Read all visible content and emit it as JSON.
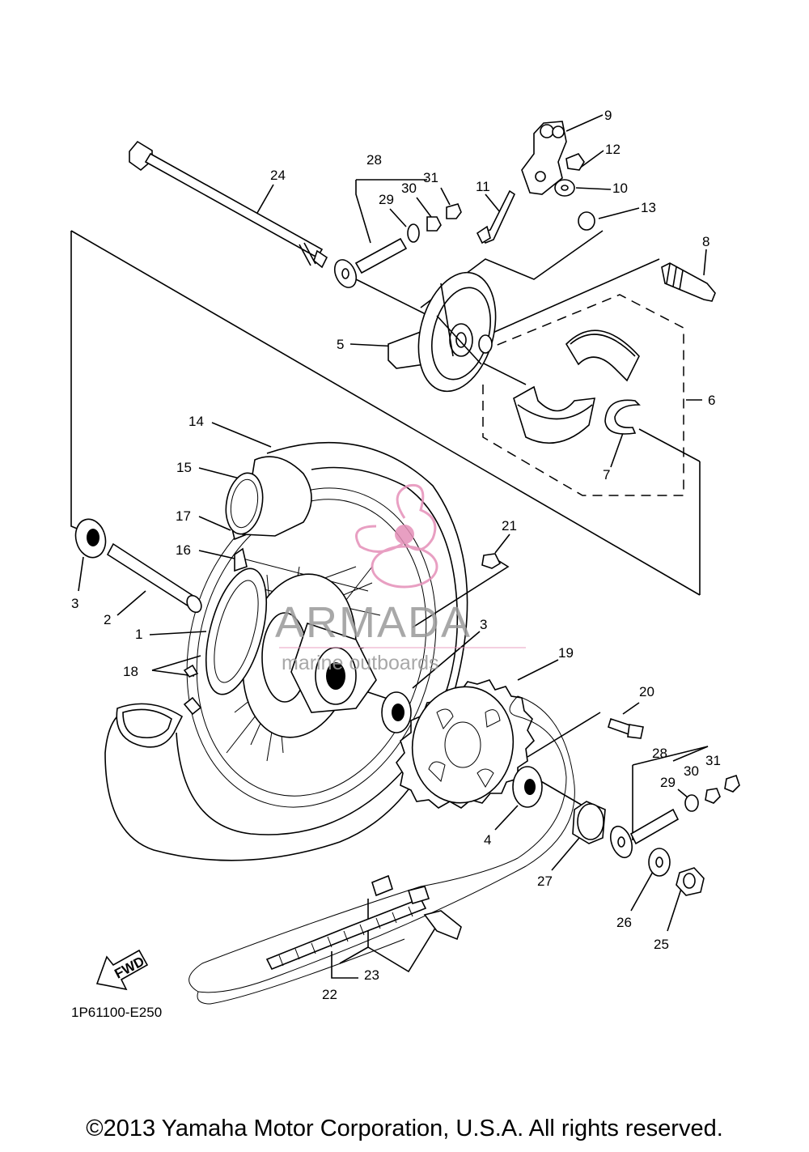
{
  "diagram": {
    "drawing_code": "1P61100-E250",
    "fwd_label": "FWD",
    "copyright": "©2013 Yamaha Motor Corporation, U.S.A. All rights reserved.",
    "watermark": {
      "line1": "ARMADA",
      "line2": "marine outboards",
      "logo_color": "#e58fb8"
    },
    "callouts": [
      {
        "id": "c9",
        "text": "9"
      },
      {
        "id": "c12",
        "text": "12"
      },
      {
        "id": "c10",
        "text": "10"
      },
      {
        "id": "c13",
        "text": "13"
      },
      {
        "id": "c11",
        "text": "11"
      },
      {
        "id": "c28a",
        "text": "28"
      },
      {
        "id": "c29a",
        "text": "29"
      },
      {
        "id": "c30a",
        "text": "30"
      },
      {
        "id": "c31a",
        "text": "31"
      },
      {
        "id": "c24",
        "text": "24"
      },
      {
        "id": "c8",
        "text": "8"
      },
      {
        "id": "c5",
        "text": "5"
      },
      {
        "id": "c6",
        "text": "6"
      },
      {
        "id": "c7",
        "text": "7"
      },
      {
        "id": "c14",
        "text": "14"
      },
      {
        "id": "c15",
        "text": "15"
      },
      {
        "id": "c17",
        "text": "17"
      },
      {
        "id": "c16",
        "text": "16"
      },
      {
        "id": "c21",
        "text": "21"
      },
      {
        "id": "c3a",
        "text": "3"
      },
      {
        "id": "c2",
        "text": "2"
      },
      {
        "id": "c1",
        "text": "1"
      },
      {
        "id": "c3b",
        "text": "3"
      },
      {
        "id": "c18",
        "text": "18"
      },
      {
        "id": "c19",
        "text": "19"
      },
      {
        "id": "c20",
        "text": "20"
      },
      {
        "id": "c28b",
        "text": "28"
      },
      {
        "id": "c30b",
        "text": "30"
      },
      {
        "id": "c31b",
        "text": "31"
      },
      {
        "id": "c29b",
        "text": "29"
      },
      {
        "id": "c4",
        "text": "4"
      },
      {
        "id": "c27",
        "text": "27"
      },
      {
        "id": "c26",
        "text": "26"
      },
      {
        "id": "c25",
        "text": "25"
      },
      {
        "id": "c23",
        "text": "23"
      },
      {
        "id": "c22",
        "text": "22"
      }
    ]
  }
}
